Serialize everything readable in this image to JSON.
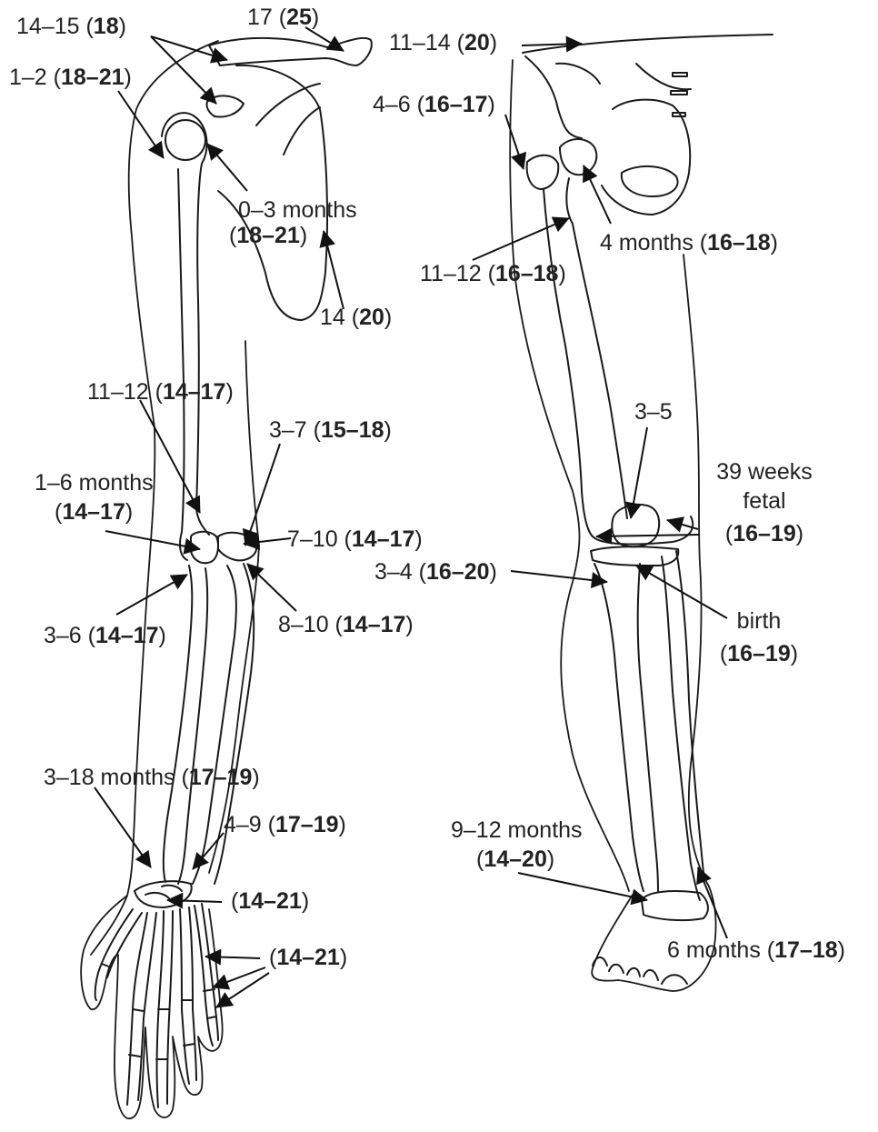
{
  "labels": [
    {
      "id": "l01",
      "plain": "14–15 (",
      "bold": "18",
      "tail": ")"
    },
    {
      "id": "l02",
      "plain": "17 (",
      "bold": "25",
      "tail": ")"
    },
    {
      "id": "l03",
      "plain": "11–14 (",
      "bold": "20",
      "tail": ")"
    },
    {
      "id": "l04",
      "plain": "1–2 (",
      "bold": "18–21",
      "tail": ")"
    },
    {
      "id": "l05",
      "plain": "4–6 (",
      "bold": "16–17",
      "tail": ")"
    },
    {
      "id": "l06",
      "plain": "0–3 months",
      "bold": "",
      "tail": ""
    },
    {
      "id": "l07",
      "plain": "(",
      "bold": "18–21",
      "tail": ")"
    },
    {
      "id": "l08",
      "plain": "4 months (",
      "bold": "16–18",
      "tail": ")"
    },
    {
      "id": "l09",
      "plain": "11–12 (",
      "bold": "16–18",
      "tail": ")"
    },
    {
      "id": "l10",
      "plain": "14 (",
      "bold": "20",
      "tail": ")"
    },
    {
      "id": "l11",
      "plain": "11–12 (",
      "bold": "14–17",
      "tail": ")"
    },
    {
      "id": "l12",
      "plain": "3–5",
      "bold": "",
      "tail": ""
    },
    {
      "id": "l13",
      "plain": "3–7 (",
      "bold": "15–18",
      "tail": ")"
    },
    {
      "id": "l14",
      "plain": "39 weeks",
      "bold": "",
      "tail": ""
    },
    {
      "id": "l15",
      "plain": "fetal",
      "bold": "",
      "tail": ""
    },
    {
      "id": "l16",
      "plain": "(",
      "bold": "16–19",
      "tail": ")"
    },
    {
      "id": "l17",
      "plain": "1–6 months",
      "bold": "",
      "tail": ""
    },
    {
      "id": "l18",
      "plain": "(",
      "bold": "14–17",
      "tail": ")"
    },
    {
      "id": "l19",
      "plain": "7–10 (",
      "bold": "14–17",
      "tail": ")"
    },
    {
      "id": "l20",
      "plain": "3–4 (",
      "bold": "16–20",
      "tail": ")"
    },
    {
      "id": "l21",
      "plain": "birth",
      "bold": "",
      "tail": ""
    },
    {
      "id": "l22",
      "plain": "3–6 (",
      "bold": "14–17",
      "tail": ")"
    },
    {
      "id": "l23",
      "plain": "8–10 (",
      "bold": "14–17",
      "tail": ")"
    },
    {
      "id": "l24",
      "plain": "(",
      "bold": "16–19",
      "tail": ")"
    },
    {
      "id": "l25",
      "plain": "3–18 months (",
      "bold": "17–19",
      "tail": ")"
    },
    {
      "id": "l26",
      "plain": "4–9 (",
      "bold": "17–19",
      "tail": ")"
    },
    {
      "id": "l27",
      "plain": "9–12 months",
      "bold": "",
      "tail": ""
    },
    {
      "id": "l28",
      "plain": "(",
      "bold": "14–20",
      "tail": ")"
    },
    {
      "id": "l29",
      "plain": "(",
      "bold": "14–21",
      "tail": ")"
    },
    {
      "id": "l30",
      "plain": "(",
      "bold": "14–21",
      "tail": ")"
    },
    {
      "id": "l31",
      "plain": "6 months (",
      "bold": "17–18",
      "tail": ")"
    }
  ]
}
